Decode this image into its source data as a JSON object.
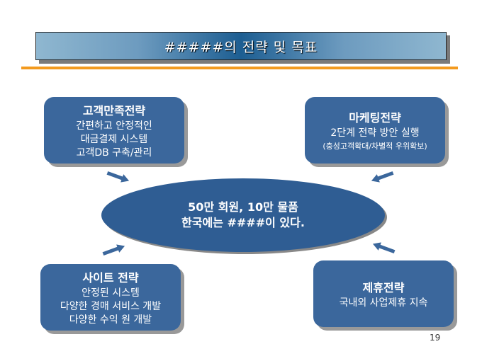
{
  "title": "#####의 전략 및 목표",
  "boxes": {
    "customer": {
      "heading": "고객만족전략",
      "lines": [
        "간편하고 안정적인",
        "대금결제 시스템",
        "고객DB 구축/관리"
      ]
    },
    "marketing": {
      "heading": "마케팅전략",
      "lines": [
        "2단계 전략 방안 실행"
      ],
      "sub": "(충성고객확대/차별적 우위확보)"
    },
    "site": {
      "heading": "사이트 전략",
      "lines": [
        "안정된 시스템",
        "다양한 경매 서비스 개발",
        "다양한 수익 원 개발"
      ]
    },
    "alliance": {
      "heading": "제휴전략",
      "lines": [
        "국내외 사업제휴 지속"
      ]
    }
  },
  "center": {
    "line1": "50만 회원, 10만 물품",
    "line2": "한국에는 ####이 있다."
  },
  "page_number": "19",
  "colors": {
    "box": "#3b679c",
    "accent": "#f39a1e"
  }
}
